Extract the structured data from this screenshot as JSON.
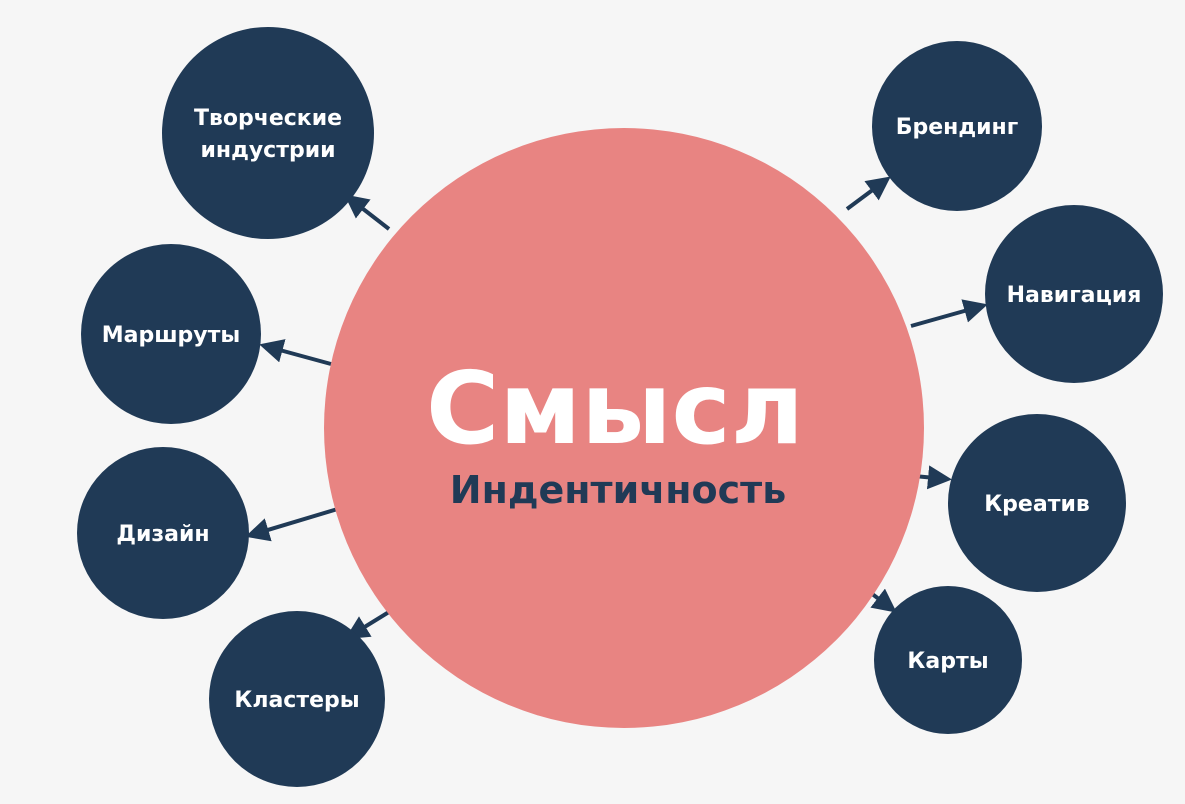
{
  "colors": {
    "background": "#f6f6f6",
    "center_fill": "#e88482",
    "node_fill": "#203a56",
    "arrow": "#203a56",
    "title_text": "#ffffff",
    "subtitle_text": "#203a56",
    "node_text": "#ffffff"
  },
  "center": {
    "title": "Смысл",
    "subtitle": "Индентичность"
  },
  "nodes": [
    {
      "id": "tvorcheskie-industrii",
      "lines": [
        "Творческие",
        "индустрии"
      ]
    },
    {
      "id": "marshruty",
      "lines": [
        "Маршруты"
      ]
    },
    {
      "id": "dizain",
      "lines": [
        "Дизайн"
      ]
    },
    {
      "id": "klastery",
      "lines": [
        "Кластеры"
      ]
    },
    {
      "id": "brending",
      "lines": [
        "Брендинг"
      ]
    },
    {
      "id": "navigatsiya",
      "lines": [
        "Навигация"
      ]
    },
    {
      "id": "kreativ",
      "lines": [
        "Креатив"
      ]
    },
    {
      "id": "karty",
      "lines": [
        "Карты"
      ]
    }
  ]
}
